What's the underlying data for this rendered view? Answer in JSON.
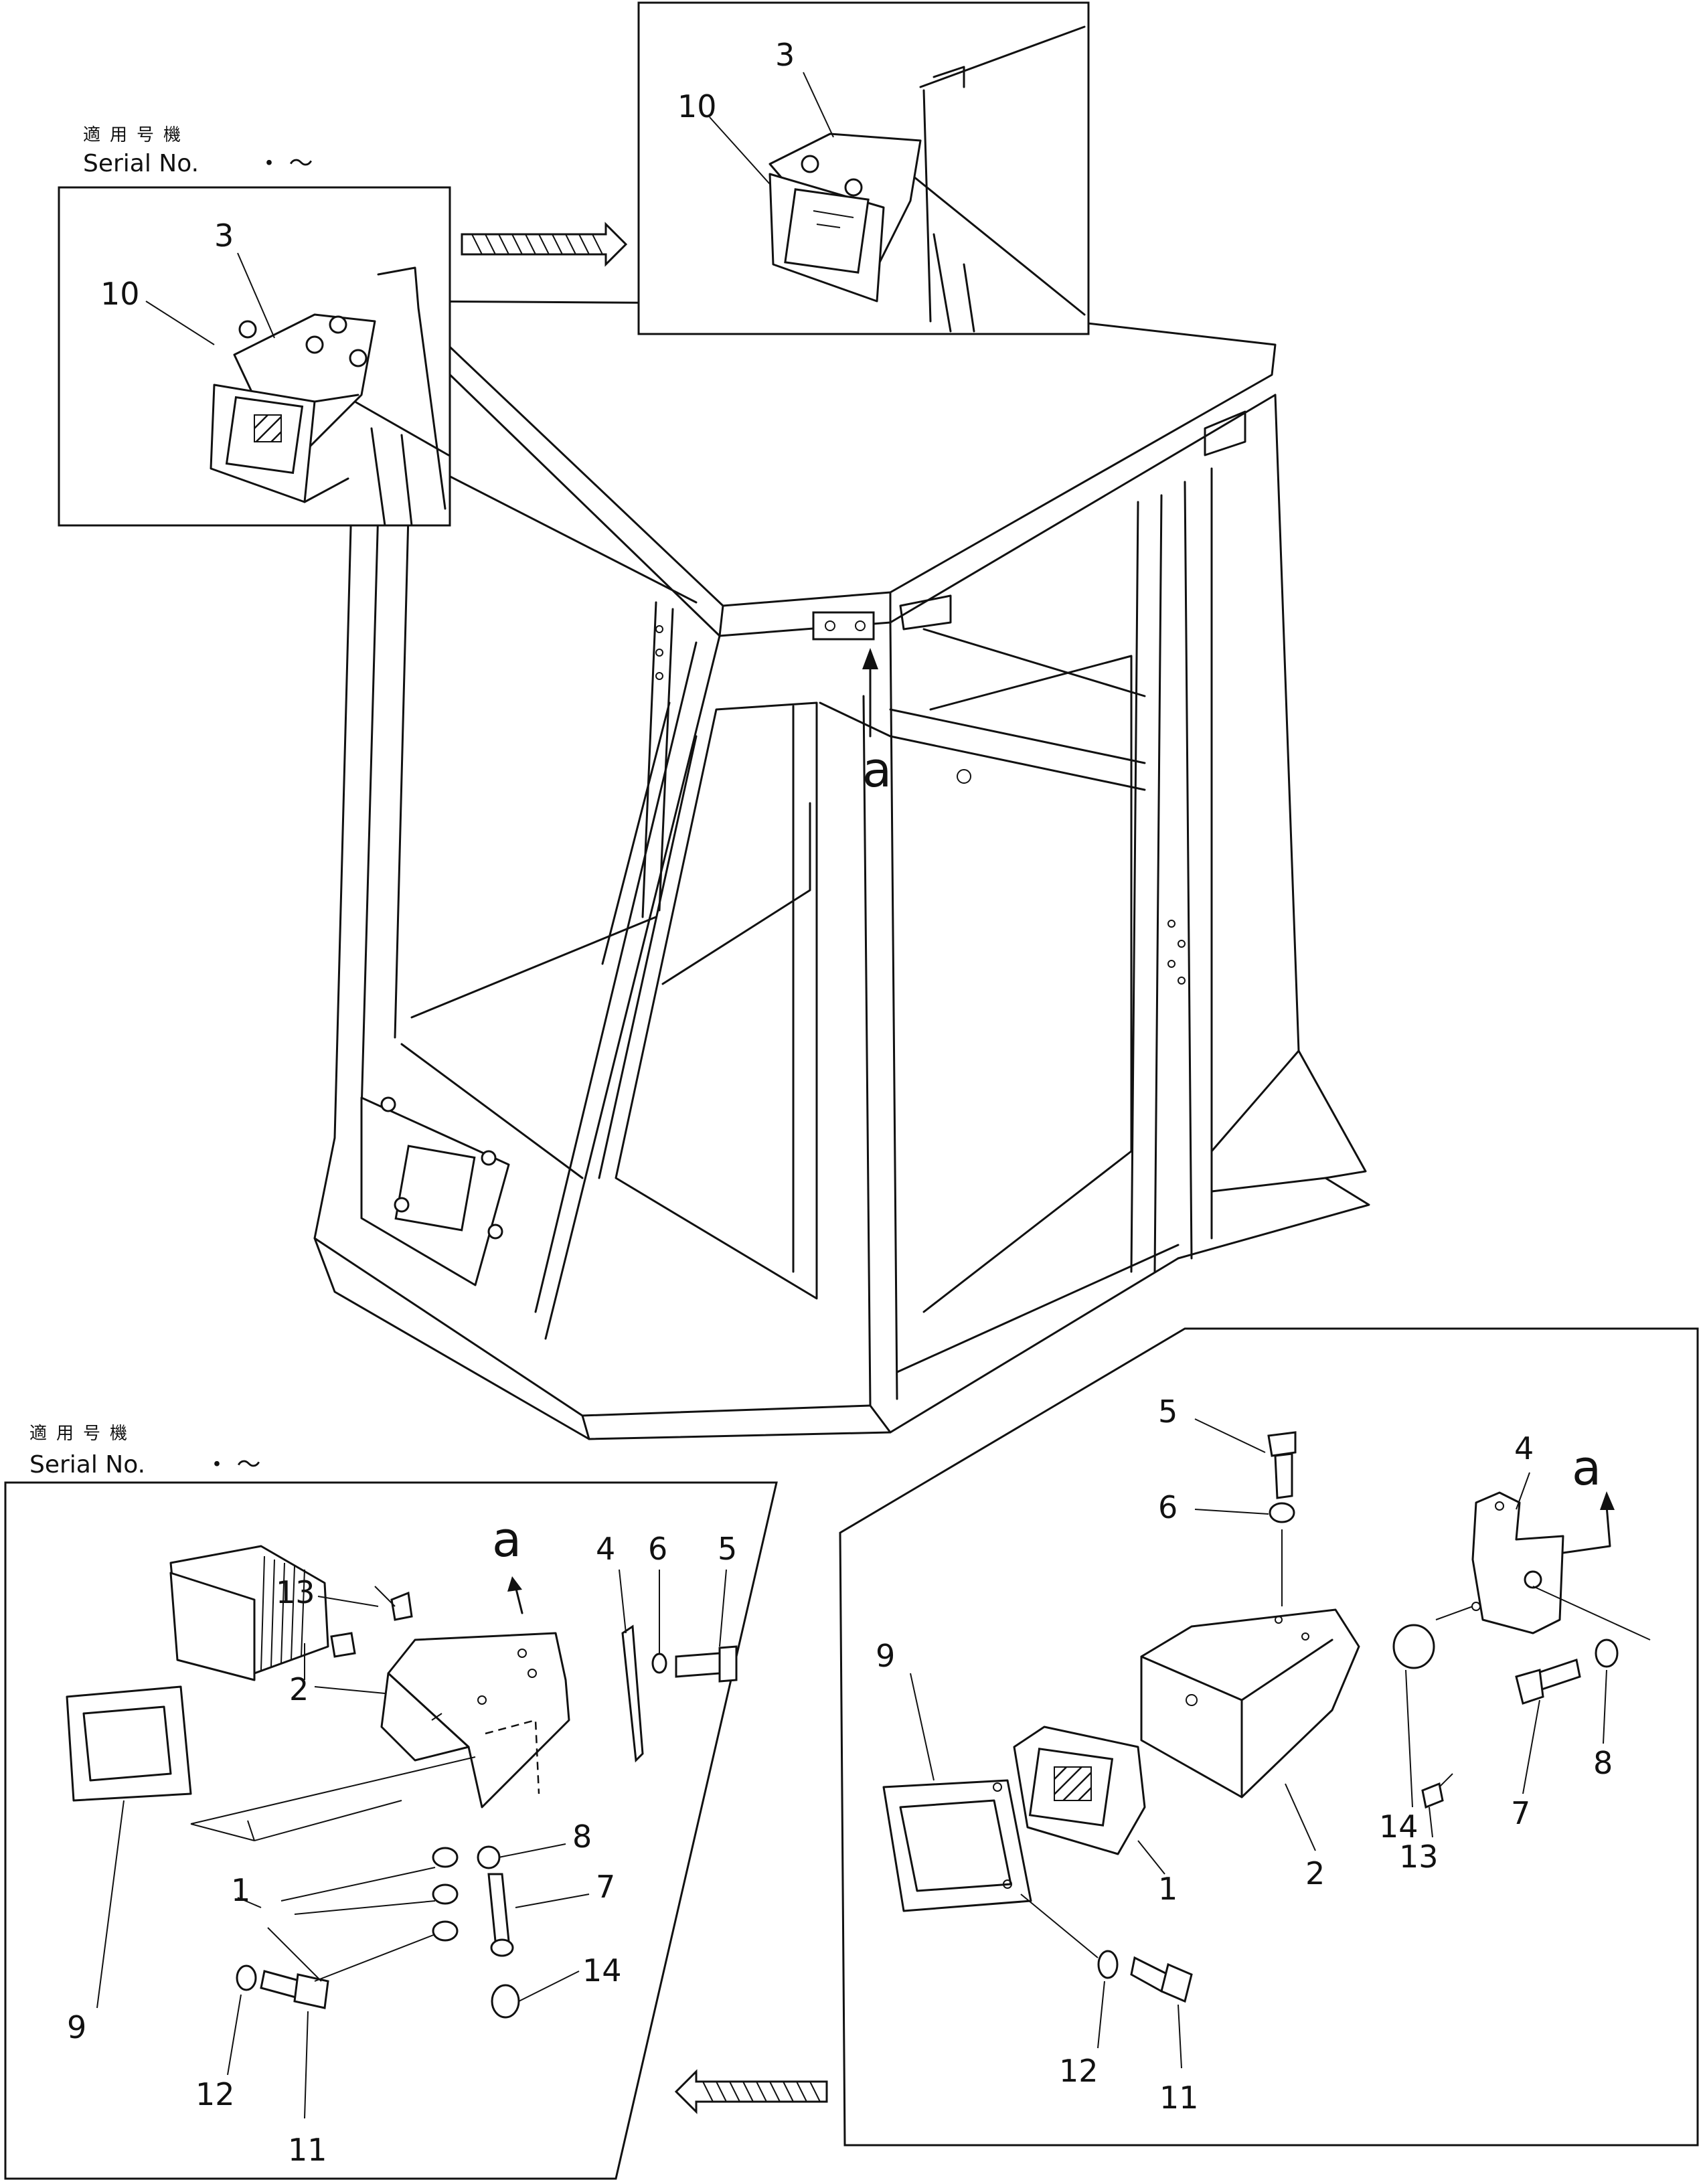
{
  "notes": {
    "top": {
      "jp": "適用号機",
      "serial": "Serial No.",
      "range": "・ ～"
    },
    "bottom": {
      "jp": "適用号機",
      "serial": "Serial No.",
      "range": "・ ～"
    }
  },
  "callouts": {
    "inset_top_left": [
      "3",
      "10"
    ],
    "inset_top_right": [
      "3",
      "10"
    ],
    "view_marker": "a",
    "bottom_left": [
      "a",
      "13",
      "2",
      "4",
      "6",
      "5",
      "8",
      "7",
      "1",
      "14",
      "9",
      "12",
      "11"
    ],
    "bottom_right": [
      "5",
      "6",
      "4",
      "a",
      "9",
      "1",
      "2",
      "14",
      "7",
      "8",
      "13",
      "12",
      "11"
    ]
  }
}
